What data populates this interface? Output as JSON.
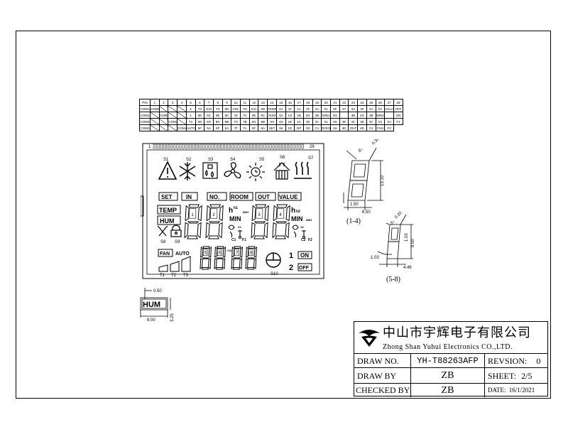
{
  "pin_table": {
    "header": [
      "PIN",
      "1",
      "2",
      "3",
      "4",
      "5",
      "6",
      "7",
      "8",
      "9",
      "10",
      "11",
      "12",
      "13",
      "14",
      "15",
      "16",
      "17",
      "18",
      "19",
      "20",
      "21",
      "22",
      "23",
      "24",
      "25",
      "26",
      "27",
      "28"
    ],
    "rows": [
      [
        "COM1",
        "COM1",
        "",
        "",
        "",
        "2",
        "T3",
        "S10",
        "T2",
        "8D",
        "COL",
        "7D",
        "S11",
        "6D",
        "TEMP",
        "S1",
        "1F",
        "1A",
        "2F",
        "2A",
        "h1",
        "3F",
        "S7",
        "3A",
        "4F",
        "4A",
        "h2",
        "VALUE",
        "OFF"
      ],
      [
        "COM2",
        "",
        "COM2",
        "",
        "",
        "1",
        "5E",
        "5C",
        "8E",
        "8C",
        "7E",
        "7C",
        "6E",
        "6C",
        "HUM",
        "S2",
        "1G",
        "1B",
        "2G",
        "2B",
        "MIN1",
        "3G",
        "",
        "3B",
        "4G",
        "4B",
        "MIN2",
        "",
        "ON"
      ],
      [
        "COM3",
        "",
        "",
        "COM3",
        "",
        "T1",
        "5D",
        "5G",
        "8G",
        "8B",
        "7G",
        "7B",
        "6G",
        "6B",
        "S9",
        "S3",
        "1E",
        "1C",
        "2E",
        "2C",
        "X1",
        "S5",
        "3E",
        "3C",
        "4E",
        "4C",
        "X2",
        "S4",
        "F1"
      ],
      [
        "COM4",
        "",
        "",
        "",
        "COM4",
        "AUTO",
        "5F",
        "5A",
        "8F",
        "8A",
        "7F",
        "7A",
        "6F",
        "6A",
        "SET",
        "S8",
        "1D",
        "DP",
        "2D",
        "C1",
        "ROOM",
        "S6",
        "3D",
        "OUT",
        "4D",
        "C2",
        "FAN",
        "F2"
      ]
    ]
  },
  "lcd": {
    "pin_first": "1",
    "pin_last": "28",
    "symbols": [
      "S1",
      "S2",
      "S3",
      "S4",
      "S5",
      "S6",
      "S7",
      "S8",
      "S9",
      "S10"
    ],
    "labels": {
      "set": "SET",
      "in": "IN",
      "no": "NO.",
      "room": "ROOM",
      "out": "OUT",
      "value": "VALUE",
      "temp": "TEMP",
      "hum": "HUM",
      "fan": "FAN",
      "auto": "AUTO",
      "on": "ON",
      "off": "OFF",
      "one": "1",
      "two": "2"
    },
    "digit_tags": [
      "1",
      "2",
      "3",
      "4",
      "5",
      "6",
      "7",
      "8"
    ],
    "sub_labels": {
      "h1": "h1",
      "h2": "h2",
      "h_left": "h",
      "h_right": "h",
      "min_left": "MIN",
      "min_right": "MIN",
      "min1": "MIN1",
      "min2": "MIN2",
      "x1": "X1",
      "x2": "X2",
      "c1": "C1",
      "c2": "C2",
      "f1": "F1",
      "f2": "F2",
      "col": "COL"
    },
    "bars": [
      "T1",
      "T2",
      "T3"
    ]
  },
  "details": {
    "segment_14": {
      "label": "(1-4)",
      "dims": [
        "0.30",
        "5°",
        "13.10",
        "1.50",
        "6.50"
      ]
    },
    "segment_58": {
      "label": "(5-8)",
      "dims": [
        "0.20",
        "5°",
        "1.03",
        "9.00",
        "1.03",
        "4.46"
      ]
    },
    "hum_detail": {
      "text": "HUM",
      "dims": [
        "0.50",
        "9.00",
        "3.25"
      ]
    }
  },
  "title_block": {
    "company_cn": "中山市宇辉电子有限公司",
    "company_en": "Zhong Shan Yuhui Electronics CO.,LTD.",
    "draw_no_label": "DRAW NO.",
    "draw_no": "YH-T88263AFP",
    "revision_label": "REVSION:",
    "revision": "0",
    "draw_by_label": "DRAW BY",
    "draw_by": "ZB",
    "sheet_label": "SHEET:",
    "sheet": "2/5",
    "checked_by_label": "CHECKED BY",
    "checked_by": "ZB",
    "date_label": "DATE:",
    "date": "16/1/2021"
  }
}
